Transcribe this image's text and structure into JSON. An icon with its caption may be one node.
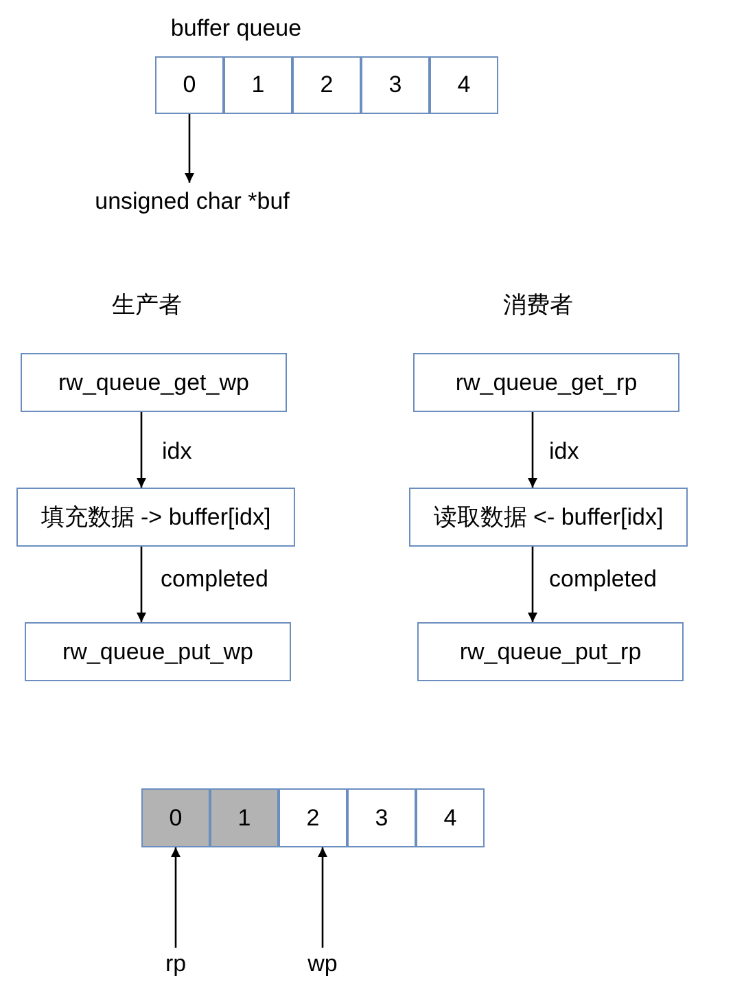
{
  "diagram": {
    "nodes": [
      {
        "text": [
          "0"
        ]
      },
      {
        "text": [
          "1"
        ]
      },
      {
        "text": [
          "2"
        ]
      },
      {
        "text": [
          "3"
        ]
      },
      {
        "text": [
          "4"
        ]
      },
      {
        "text": [
          "unsigned char *buf"
        ]
      },
      {
        "text": [
          "rw_queue_get_wp"
        ]
      },
      {
        "text": [
          "填充数据 -> buffer[idx]"
        ]
      },
      {
        "text": [
          "rw_queue_put_wp"
        ]
      },
      {
        "text": [
          "rw_queue_get_rp"
        ]
      },
      {
        "text": [
          "读取数据 <- buffer[idx]"
        ]
      },
      {
        "text": [
          "rw_queue_put_rp"
        ]
      },
      {
        "text": [
          "0"
        ]
      },
      {
        "text": [
          "1"
        ]
      },
      {
        "text": [
          "2"
        ]
      },
      {
        "text": [
          "3"
        ]
      },
      {
        "text": [
          "4"
        ]
      },
      {
        "text": [
          "rp"
        ]
      },
      {
        "text": [
          "wp"
        ]
      }
    ],
    "edges": [
      {
        "from": 0,
        "to": 5,
        "arrow": "to"
      },
      {
        "from": 6,
        "to": 7,
        "arrow": "to",
        "label": "idx"
      },
      {
        "from": 7,
        "to": 8,
        "arrow": "to",
        "label": "completed"
      },
      {
        "from": 9,
        "to": 10,
        "arrow": "to",
        "label": "idx"
      },
      {
        "from": 10,
        "to": 11,
        "arrow": "to",
        "label": "completed"
      },
      {
        "from": 17,
        "to": 12,
        "arrow": "to"
      },
      {
        "from": 18,
        "to": 14,
        "arrow": "to"
      }
    ],
    "labels": [
      "buffer queue",
      "生产者",
      "消费者"
    ]
  }
}
